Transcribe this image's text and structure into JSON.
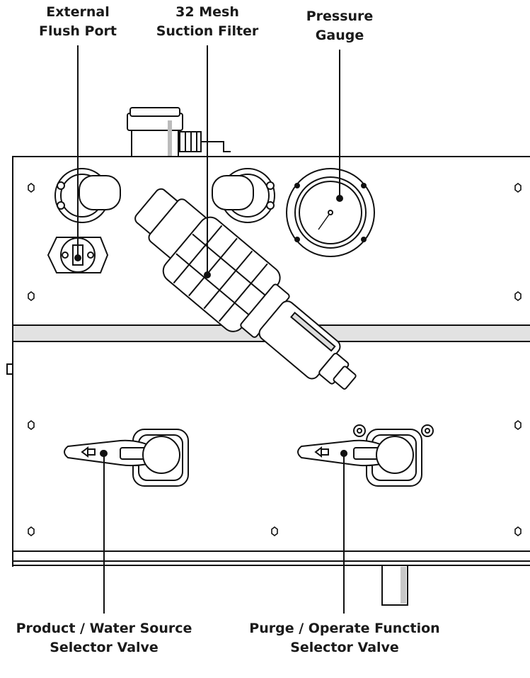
{
  "labels": {
    "flush_port": {
      "line1": "External",
      "line2": "Flush Port"
    },
    "suction_filter": {
      "line1": "32 Mesh",
      "line2": "Suction Filter"
    },
    "pressure_gauge": {
      "line1": "Pressure",
      "line2": "Gauge"
    },
    "product_valve": {
      "line1": "Product / Water Source",
      "line2": "Selector Valve"
    },
    "purge_valve": {
      "line1": "Purge / Operate Function",
      "line2": "Selector Valve"
    }
  },
  "colors": {
    "line": "#111111",
    "panel_fill": "#ffffff",
    "band_fill": "#e2e2e2",
    "text": "#1a1a1a"
  }
}
